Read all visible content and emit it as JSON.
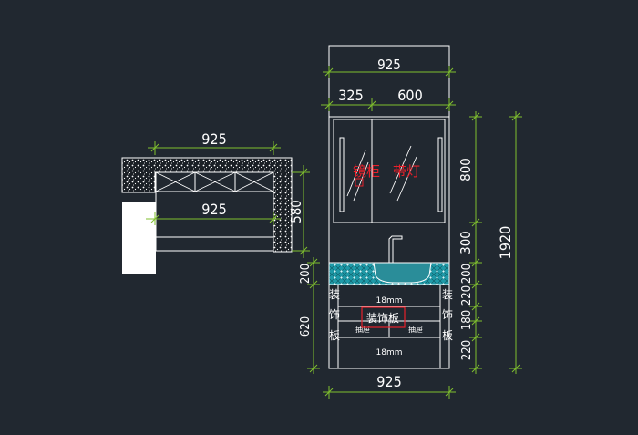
{
  "colors": {
    "background": "#212830",
    "line": "#ffffff",
    "dimension": "#7fbf2e",
    "accent_red": "#e8202a",
    "tile": "#1e9aa8"
  },
  "plan_view": {
    "top_dim": "925",
    "inner_dim": "925",
    "depth_dim": "580"
  },
  "elevation": {
    "overall_width": "925",
    "left_width": "325",
    "right_width": "600",
    "bottom_width": "925",
    "mirror_label": "镜柜",
    "light_label": "带灯",
    "cabinet_height": "800",
    "gap_height": "300",
    "total_height": "1920",
    "stack_heights": [
      "200",
      "220",
      "180",
      "220"
    ],
    "left_height_1": "200",
    "left_height_2": "620",
    "decor_board": "装饰板",
    "drawer": "抽屉",
    "panel_thickness": "18mm",
    "side_left": [
      "装",
      "饰",
      "板"
    ],
    "side_right": [
      "装",
      "饰",
      "板"
    ]
  }
}
